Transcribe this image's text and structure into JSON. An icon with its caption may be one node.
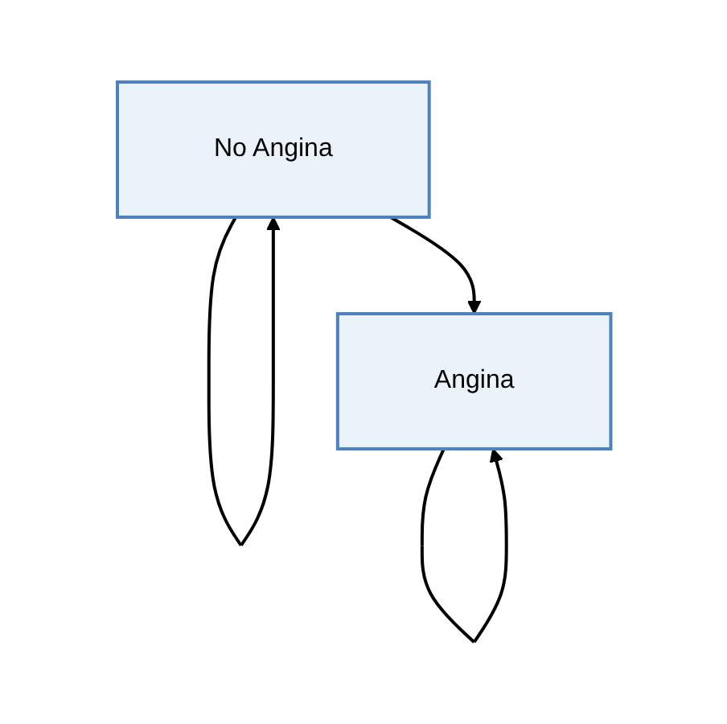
{
  "diagram": {
    "nodes": [
      {
        "text": [
          "No Angina"
        ]
      },
      {
        "text": [
          "Angina"
        ]
      }
    ],
    "edges": [
      {
        "from": 0,
        "to": 0,
        "arrow": "to"
      },
      {
        "from": 0,
        "to": 1,
        "arrow": "to"
      },
      {
        "from": 1,
        "to": 1,
        "arrow": "to"
      }
    ]
  }
}
